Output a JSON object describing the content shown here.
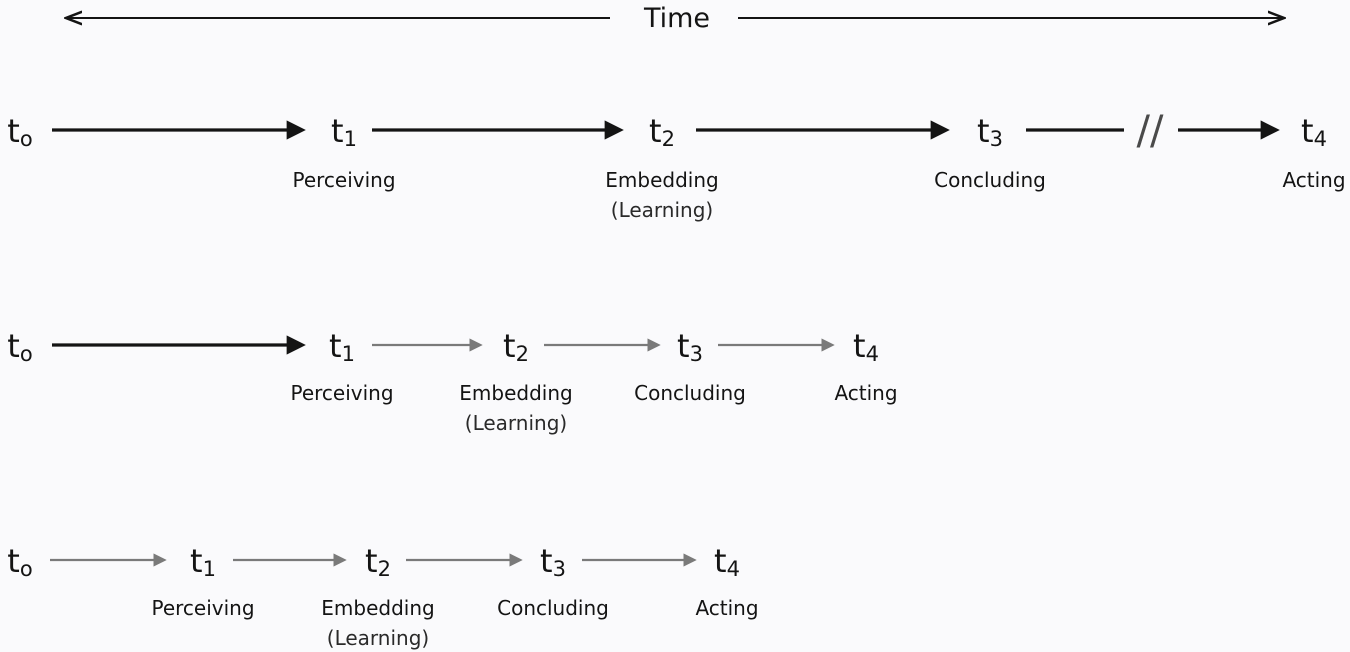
{
  "header": {
    "title": "Time"
  },
  "break_marker": "//",
  "rows": [
    {
      "nodes": [
        {
          "base": "t",
          "sub": "o"
        },
        {
          "base": "t",
          "sub": "1"
        },
        {
          "base": "t",
          "sub": "2"
        },
        {
          "base": "t",
          "sub": "3"
        },
        {
          "base": "t",
          "sub": "4"
        }
      ],
      "labels": [
        {
          "name": "Perceiving",
          "sub": ""
        },
        {
          "name": "Embedding",
          "sub": "(Learning)"
        },
        {
          "name": "Concluding",
          "sub": ""
        },
        {
          "name": "Acting",
          "sub": ""
        }
      ]
    },
    {
      "nodes": [
        {
          "base": "t",
          "sub": "o"
        },
        {
          "base": "t",
          "sub": "1"
        },
        {
          "base": "t",
          "sub": "2"
        },
        {
          "base": "t",
          "sub": "3"
        },
        {
          "base": "t",
          "sub": "4"
        }
      ],
      "labels": [
        {
          "name": "Perceiving",
          "sub": ""
        },
        {
          "name": "Embedding",
          "sub": "(Learning)"
        },
        {
          "name": "Concluding",
          "sub": ""
        },
        {
          "name": "Acting",
          "sub": ""
        }
      ]
    },
    {
      "nodes": [
        {
          "base": "t",
          "sub": "o"
        },
        {
          "base": "t",
          "sub": "1"
        },
        {
          "base": "t",
          "sub": "2"
        },
        {
          "base": "t",
          "sub": "3"
        },
        {
          "base": "t",
          "sub": "4"
        }
      ],
      "labels": [
        {
          "name": "Perceiving",
          "sub": ""
        },
        {
          "name": "Embedding",
          "sub": "(Learning)"
        },
        {
          "name": "Concluding",
          "sub": ""
        },
        {
          "name": "Acting",
          "sub": ""
        }
      ]
    }
  ],
  "colors": {
    "strong_arrow": "#141414",
    "light_arrow": "#7a7a7a",
    "text": "#141414",
    "background": "#fafafc"
  }
}
